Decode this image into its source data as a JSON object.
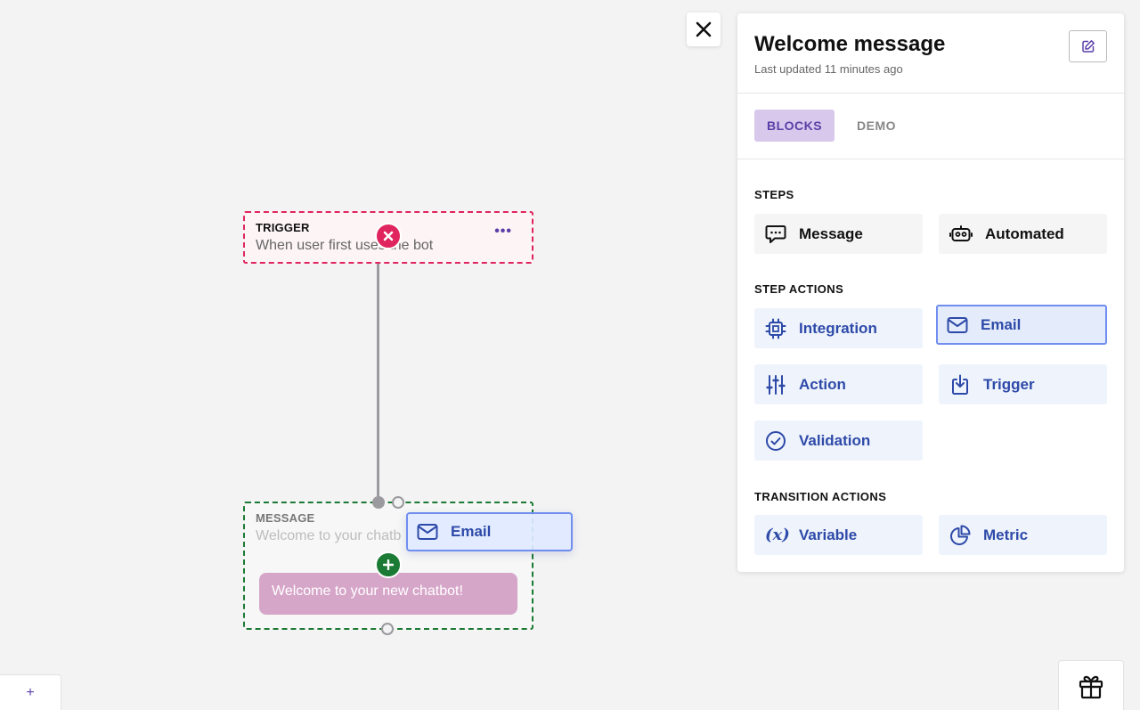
{
  "canvas": {
    "trigger_node": {
      "kicker": "TRIGGER",
      "description": "When user first uses the bot",
      "menu": "•••"
    },
    "message_node": {
      "kicker": "MESSAGE",
      "description": "Welcome to your chatb",
      "bubble_text": "Welcome to your new chatbot!"
    },
    "drag_chip": {
      "label": "Email",
      "icon": "envelope-icon"
    }
  },
  "panel": {
    "title": "Welcome message",
    "subtitle": "Last updated 11 minutes ago",
    "tabs": [
      {
        "label": "BLOCKS",
        "active": true
      },
      {
        "label": "DEMO",
        "active": false
      }
    ],
    "sections": {
      "steps": {
        "label": "STEPS",
        "items": [
          {
            "label": "Message",
            "icon": "chat-bubble-icon"
          },
          {
            "label": "Automated",
            "icon": "robot-icon"
          }
        ]
      },
      "step_actions": {
        "label": "STEP ACTIONS",
        "items": [
          {
            "label": "Integration",
            "icon": "chip-icon"
          },
          {
            "label": "Email",
            "icon": "envelope-icon",
            "selected": true
          },
          {
            "label": "Action",
            "icon": "sliders-icon"
          },
          {
            "label": "Trigger",
            "icon": "download-hand-icon"
          },
          {
            "label": "Validation",
            "icon": "check-circle-icon"
          }
        ]
      },
      "transition_actions": {
        "label": "TRANSITION ACTIONS",
        "items": [
          {
            "label": "Variable",
            "icon": "variable-icon",
            "glyph": "(x)"
          },
          {
            "label": "Metric",
            "icon": "pie-chart-icon"
          }
        ]
      }
    }
  },
  "dock": {
    "add_label": "+"
  },
  "colors": {
    "trigger_border": "#e0245e",
    "message_border": "#1b7a34",
    "accent_purple": "#5b3fa8",
    "action_blue": "#2e4aa8",
    "bubble": "#d6a6c9"
  }
}
